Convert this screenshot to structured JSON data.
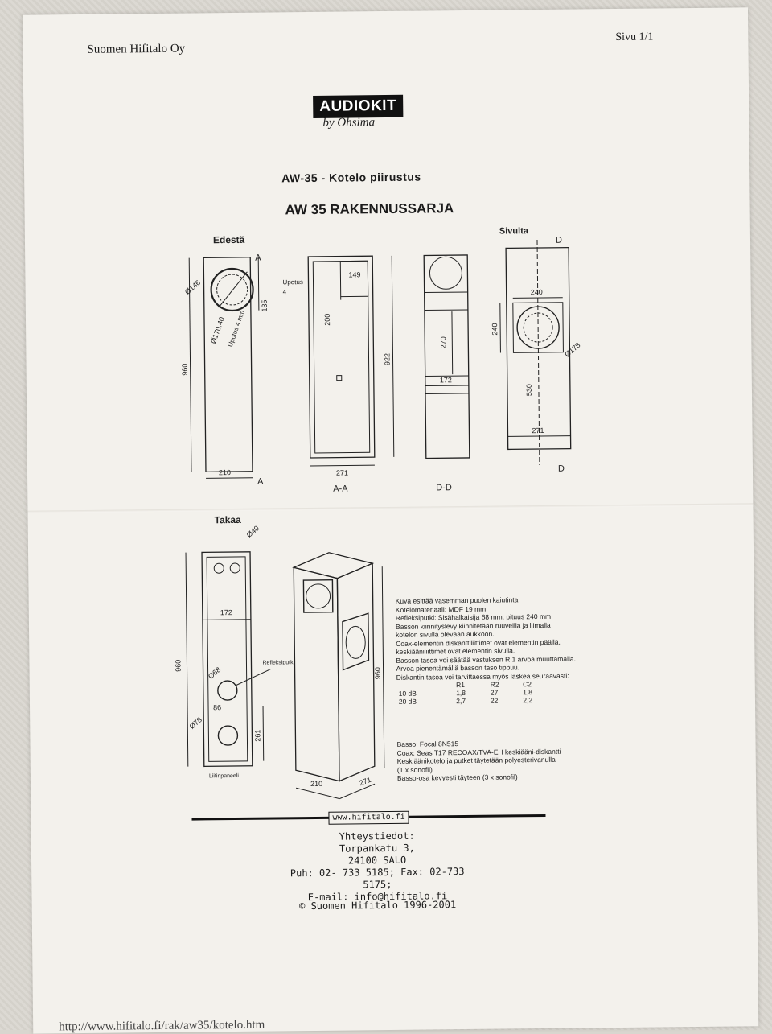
{
  "header": {
    "company": "Suomen Hifitalo Oy",
    "page": "Sivu 1/1"
  },
  "logo": {
    "brand": "AUDIOKIT",
    "by": "by Ohsima"
  },
  "titles": {
    "subtitle": "AW-35 - Kotelo piirustus",
    "main": "AW 35 RAKENNUSSARJA"
  },
  "views": {
    "front": "Edestä",
    "side": "Sivulta",
    "back": "Takaa",
    "section_aa": "A-A",
    "section_dd": "D-D",
    "cut_a": "A",
    "cut_d": "D"
  },
  "dims": {
    "front_146": "Ø146",
    "front_17040": "Ø170.40",
    "front_upotus4mm": "Upotus 4 mm",
    "front_135": "135",
    "front_960": "960",
    "front_210": "210",
    "aa_149": "149",
    "aa_upotus": "Upotus",
    "aa_4": "4",
    "aa_200": "200",
    "aa_922": "922",
    "aa_271": "271",
    "dd_270": "270",
    "dd_172": "172",
    "side_240w": "240",
    "side_240h": "240",
    "side_178": "Ø178",
    "side_530": "530",
    "side_271": "271",
    "back_40": "Ø40",
    "back_172": "172",
    "back_960": "960",
    "back_refleksiputki": "Refleksiputki",
    "back_68": "Ø68",
    "back_86": "86",
    "back_78": "Ø78",
    "back_261": "261",
    "back_liitinpaneeli": "Liitinpaneeli",
    "iso_960": "960",
    "iso_210": "210",
    "iso_271": "271"
  },
  "notes": {
    "lines": [
      "Kuva esittää vasemman puolen kaiutinta",
      "Kotelomateriaali: MDF 19 mm",
      "Refleksiputki: Sisähalkaisija 68 mm, pituus 240 mm",
      "Basson kiinnityslevy kiinnitetään ruuveilla ja liimalla",
      "kotelon sivulla olevaan aukkoon.",
      "Coax-elementin diskanttiliittimet ovat elementin päällä,",
      "keskiääniliittimet ovat elementin sivulla.",
      "Basson tasoa voi säätää vastuksen R 1 arvoa muuttamalla.",
      "Arvoa pienentämällä basson taso tippuu.",
      "Diskantin tasoa voi tarvittaessa myös laskea seuraavasti:"
    ],
    "table_header": [
      "",
      "R1",
      "R2",
      "C2"
    ],
    "table_rows": [
      [
        "-10 dB",
        "1,8",
        "27",
        "1,8"
      ],
      [
        "-20 dB",
        "2,7",
        "22",
        "2,2"
      ]
    ],
    "lines2": [
      "Basso: Focal 8N515",
      "Coax: Seas T17 RECOAX/TVA-EH keskiääni-diskantti",
      "Keskiäänikotelo ja putket täytetään polyesterivanulla",
      "(1 x sonofil)",
      "Basso-osa kevyesti täyteen (3 x sonofil)"
    ]
  },
  "footer": {
    "url": "www.hifitalo.fi",
    "contact_title": "Yhteystiedot:",
    "street": "Torpankatu 3,",
    "city": "24100 SALO",
    "phone": "Puh: 02- 733 5185; Fax: 02-733 5175;",
    "email": "E-mail: info@hifitalo.fi",
    "copyright": "© Suomen Hifitalo 1996-2001",
    "bottom_url": "http://www.hifitalo.fi/rak/aw35/kotelo.htm"
  }
}
